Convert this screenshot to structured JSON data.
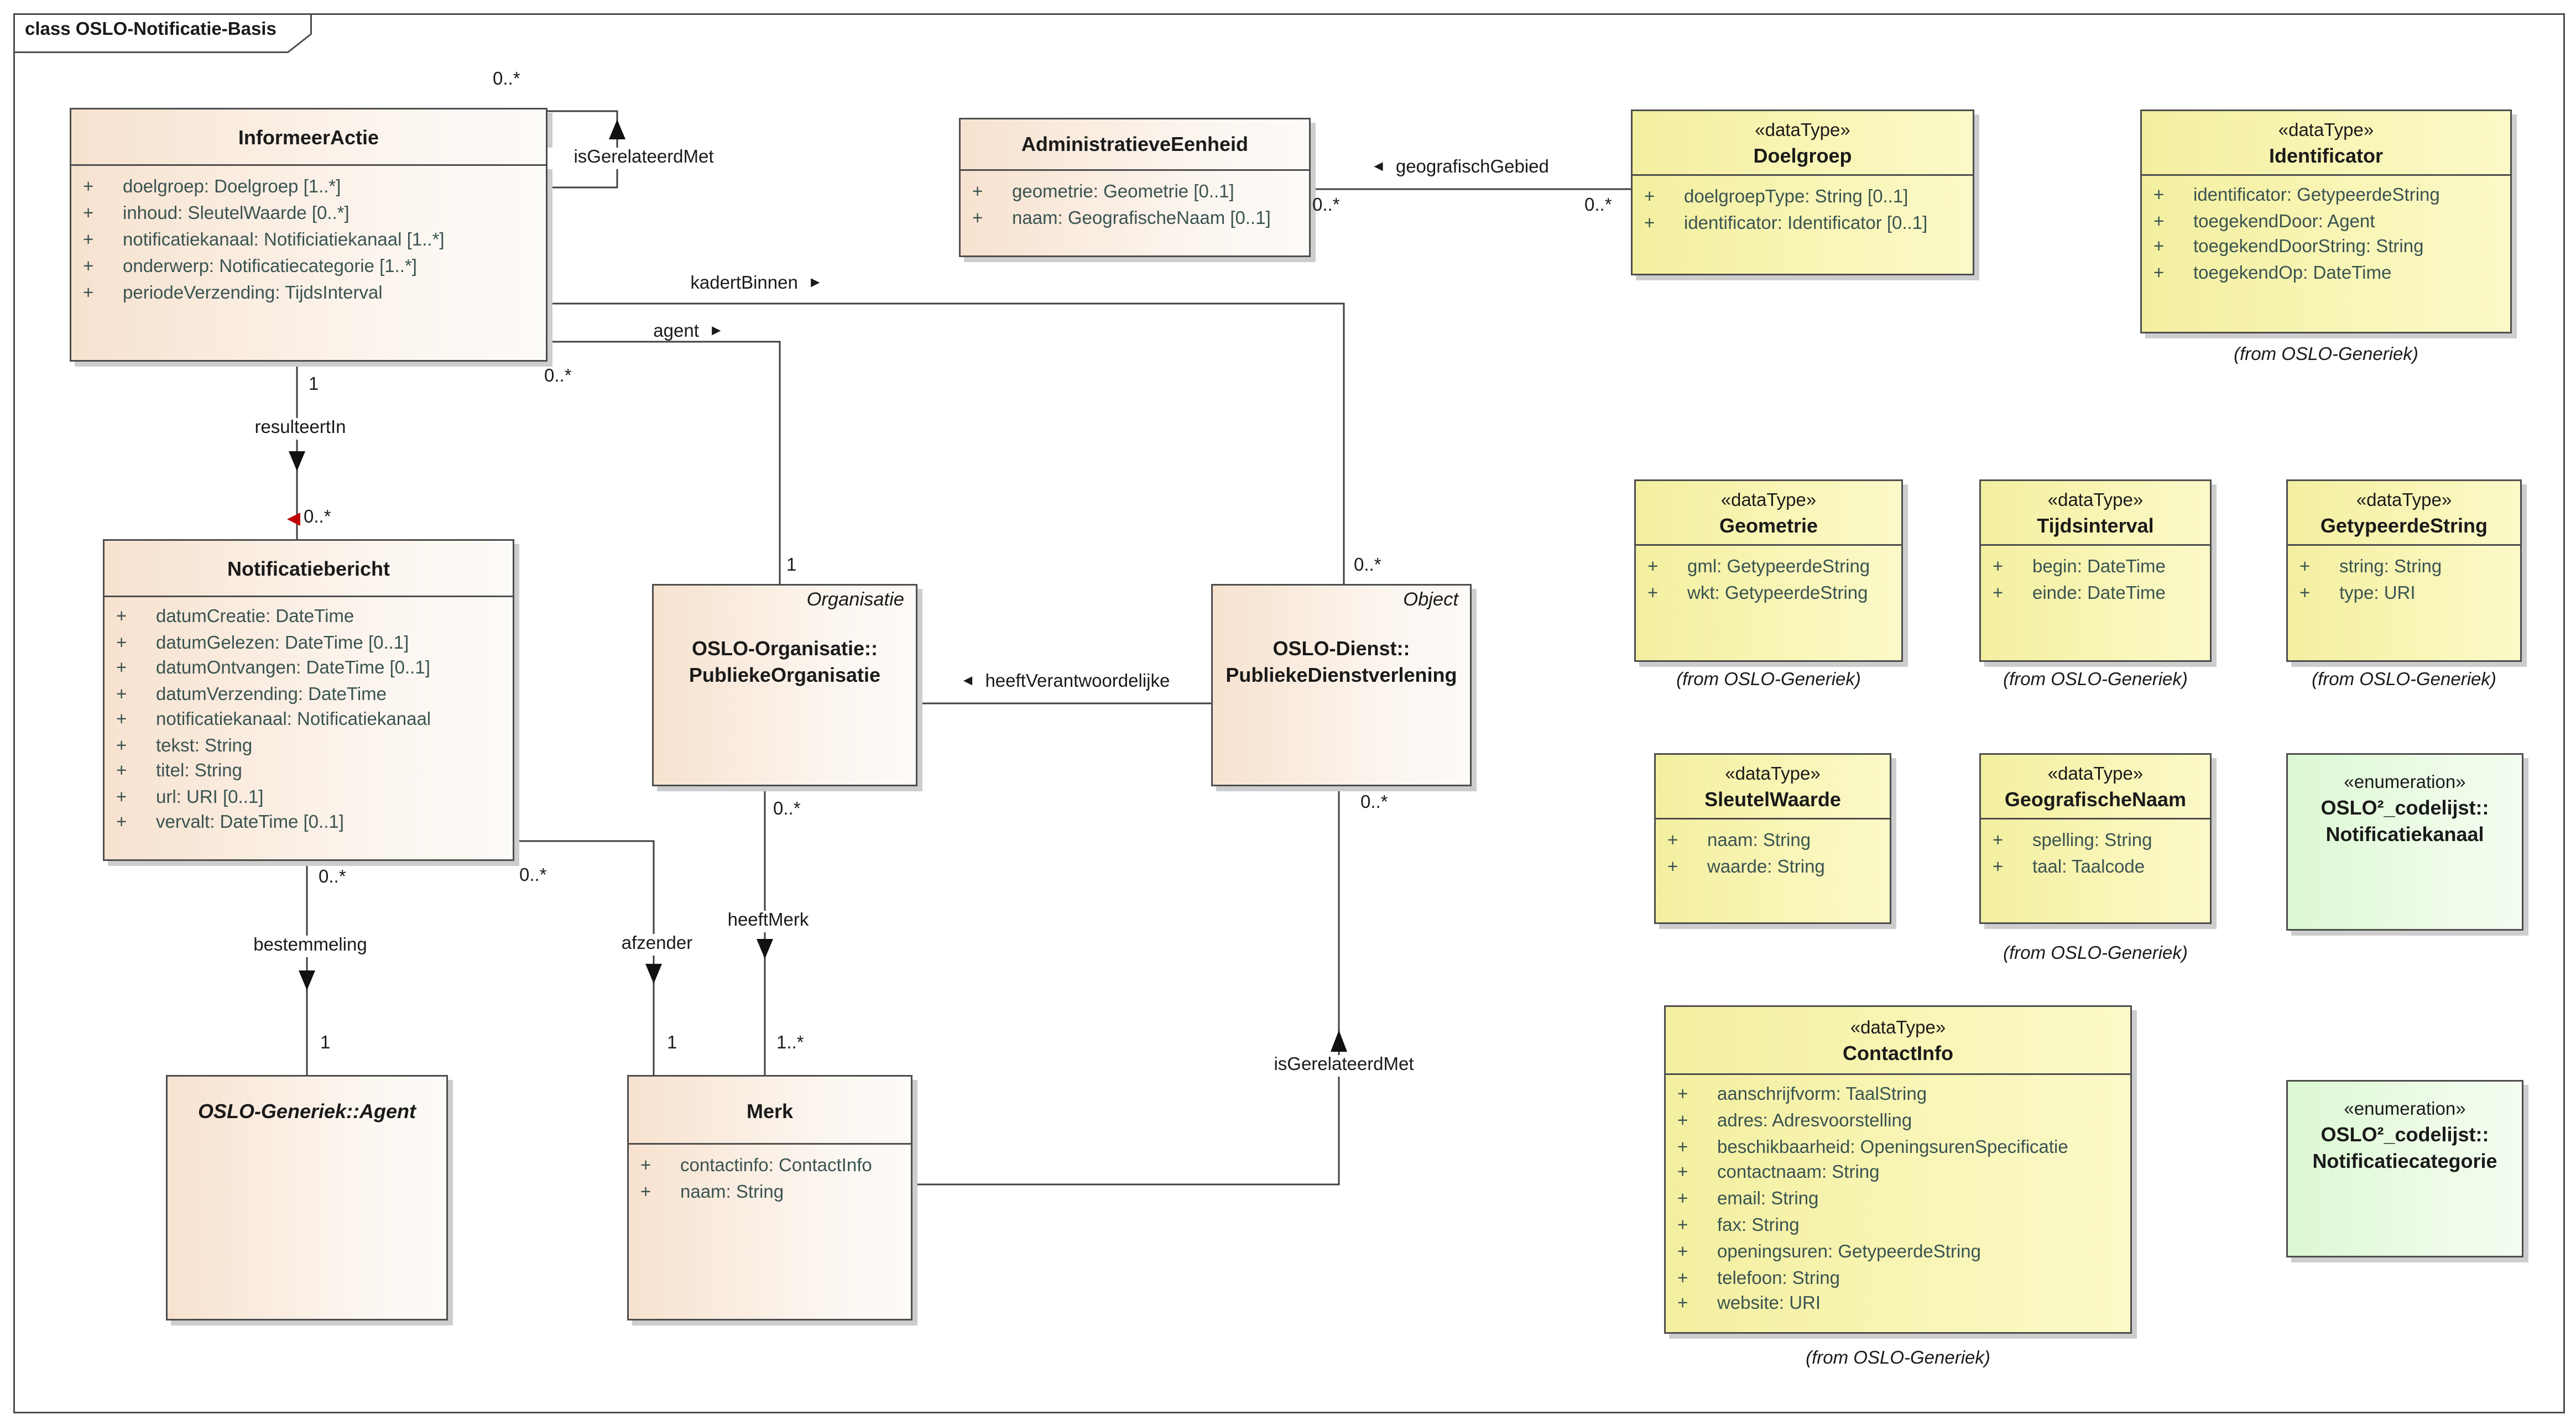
{
  "frame": {
    "title": "class OSLO-Notificatie-Basis"
  },
  "labels": {
    "from_generiek": "(from OSLO-Generiek)"
  },
  "arrows": {
    "left": "◄",
    "right": "►"
  },
  "colors": {
    "class_fill_left": "#f7e2cf",
    "datatype_fill_left": "#f3efa0",
    "enum_fill_left": "#dcf8d3",
    "attr_text": "#3a5351",
    "line": "#3f3f3f",
    "shadow": "#cdcdcd",
    "red_marker": "#c00000"
  },
  "classes": {
    "informeer_actie": {
      "name": "InformeerActie",
      "attributes": [
        {
          "v": "+",
          "t": "doelgroep: Doelgroep [1..*]"
        },
        {
          "v": "+",
          "t": "inhoud: SleutelWaarde [0..*]"
        },
        {
          "v": "+",
          "t": "notificatiekanaal: Notificiatiekanaal [1..*]"
        },
        {
          "v": "+",
          "t": "onderwerp: Notificatiecategorie [1..*]"
        },
        {
          "v": "+",
          "t": "periodeVerzending: TijdsInterval"
        }
      ]
    },
    "administratieve_eenheid": {
      "name": "AdministratieveEenheid",
      "attributes": [
        {
          "v": "+",
          "t": "geometrie: Geometrie [0..1]"
        },
        {
          "v": "+",
          "t": "naam: GeografischeNaam [0..1]"
        }
      ]
    },
    "doelgroep": {
      "stereotype": "«dataType»",
      "name": "Doelgroep",
      "attributes": [
        {
          "v": "+",
          "t": "doelgroepType: String [0..1]"
        },
        {
          "v": "+",
          "t": "identificator: Identificator [0..1]"
        }
      ]
    },
    "identificator": {
      "stereotype": "«dataType»",
      "name": "Identificator",
      "attributes": [
        {
          "v": "+",
          "t": "identificator: GetypeerdeString"
        },
        {
          "v": "+",
          "t": "toegekendDoor: Agent"
        },
        {
          "v": "+",
          "t": "toegekendDoorString: String"
        },
        {
          "v": "+",
          "t": "toegekendOp: DateTime"
        }
      ]
    },
    "notificatiebericht": {
      "name": "Notificatiebericht",
      "attributes": [
        {
          "v": "+",
          "t": "datumCreatie: DateTime"
        },
        {
          "v": "+",
          "t": "datumGelezen: DateTime [0..1]"
        },
        {
          "v": "+",
          "t": "datumOntvangen: DateTime [0..1]"
        },
        {
          "v": "+",
          "t": "datumVerzending: DateTime"
        },
        {
          "v": "+",
          "t": "notificatiekanaal: Notificatiekanaal"
        },
        {
          "v": "+",
          "t": "tekst: String"
        },
        {
          "v": "+",
          "t": "titel: String"
        },
        {
          "v": "+",
          "t": "url: URI [0..1]"
        },
        {
          "v": "+",
          "t": "vervalt: DateTime [0..1]"
        }
      ]
    },
    "publieke_organisatie": {
      "corner": "Organisatie",
      "name_line1": "OSLO-Organisatie::",
      "name_line2": "PubliekeOrganisatie"
    },
    "publieke_dienstverlening": {
      "corner": "Object",
      "name_line1": "OSLO-Dienst::",
      "name_line2": "PubliekeDienstverlening"
    },
    "geometrie": {
      "stereotype": "«dataType»",
      "name": "Geometrie",
      "attributes": [
        {
          "v": "+",
          "t": "gml: GetypeerdeString"
        },
        {
          "v": "+",
          "t": "wkt: GetypeerdeString"
        }
      ]
    },
    "tijdsinterval": {
      "stereotype": "«dataType»",
      "name": "Tijdsinterval",
      "attributes": [
        {
          "v": "+",
          "t": "begin: DateTime"
        },
        {
          "v": "+",
          "t": "einde: DateTime"
        }
      ]
    },
    "getypeerde_string": {
      "stereotype": "«dataType»",
      "name": "GetypeerdeString",
      "attributes": [
        {
          "v": "+",
          "t": "string: String"
        },
        {
          "v": "+",
          "t": "type: URI"
        }
      ]
    },
    "sleutel_waarde": {
      "stereotype": "«dataType»",
      "name": "SleutelWaarde",
      "attributes": [
        {
          "v": "+",
          "t": "naam: String"
        },
        {
          "v": "+",
          "t": "waarde: String"
        }
      ]
    },
    "geografische_naam": {
      "stereotype": "«dataType»",
      "name": "GeografischeNaam",
      "attributes": [
        {
          "v": "+",
          "t": "spelling: String"
        },
        {
          "v": "+",
          "t": "taal: Taalcode"
        }
      ]
    },
    "notificatiekanaal_enum": {
      "stereotype": "«enumeration»",
      "name_line1": "OSLO²_codelijst::",
      "name_line2": "Notificatiekanaal"
    },
    "contact_info": {
      "stereotype": "«dataType»",
      "name": "ContactInfo",
      "attributes": [
        {
          "v": "+",
          "t": "aanschrijfvorm: TaalString"
        },
        {
          "v": "+",
          "t": "adres: Adresvoorstelling"
        },
        {
          "v": "+",
          "t": "beschikbaarheid: OpeningsurenSpecificatie"
        },
        {
          "v": "+",
          "t": "contactnaam: String"
        },
        {
          "v": "+",
          "t": "email: String"
        },
        {
          "v": "+",
          "t": "fax: String"
        },
        {
          "v": "+",
          "t": "openingsuren: GetypeerdeString"
        },
        {
          "v": "+",
          "t": "telefoon: String"
        },
        {
          "v": "+",
          "t": "website: URI"
        }
      ]
    },
    "notificatiecategorie_enum": {
      "stereotype": "«enumeration»",
      "name_line1": "OSLO²_codelijst::",
      "name_line2": "Notificatiecategorie"
    },
    "merk": {
      "name": "Merk",
      "attributes": [
        {
          "v": "+",
          "t": "contactinfo: ContactInfo"
        },
        {
          "v": "+",
          "t": "naam: String"
        }
      ]
    },
    "agent": {
      "name": "OSLO-Generiek::Agent"
    }
  },
  "connectors": {
    "is_gerelateerd_met_top": {
      "label": "isGerelateerdMet",
      "mult_source": "0..*"
    },
    "geografisch_gebied": {
      "label": "geografischGebied",
      "mult_left": "0..*",
      "mult_right": "0..*"
    },
    "kadert_binnen": {
      "label": "kadertBinnen",
      "mult_target": "0..*"
    },
    "agent": {
      "label": "agent",
      "mult_source": "0..*",
      "mult_target": "1"
    },
    "resulteert_in": {
      "label": "resulteertIn",
      "mult_source": "1",
      "mult_target": "0..*"
    },
    "heeft_verantwoordelijke": {
      "label": "heeftVerantwoordelijke"
    },
    "bestemmeling": {
      "label": "bestemmeling",
      "mult_source": "0..*",
      "mult_target": "1"
    },
    "afzender": {
      "label": "afzender",
      "mult_source": "0..*",
      "mult_target": "1"
    },
    "heeft_merk": {
      "label": "heeftMerk",
      "mult_source": "0..*",
      "mult_target": "1..*"
    },
    "is_gerelateerd_met_bottom": {
      "label": "isGerelateerdMet",
      "mult_target": "0..*"
    }
  }
}
